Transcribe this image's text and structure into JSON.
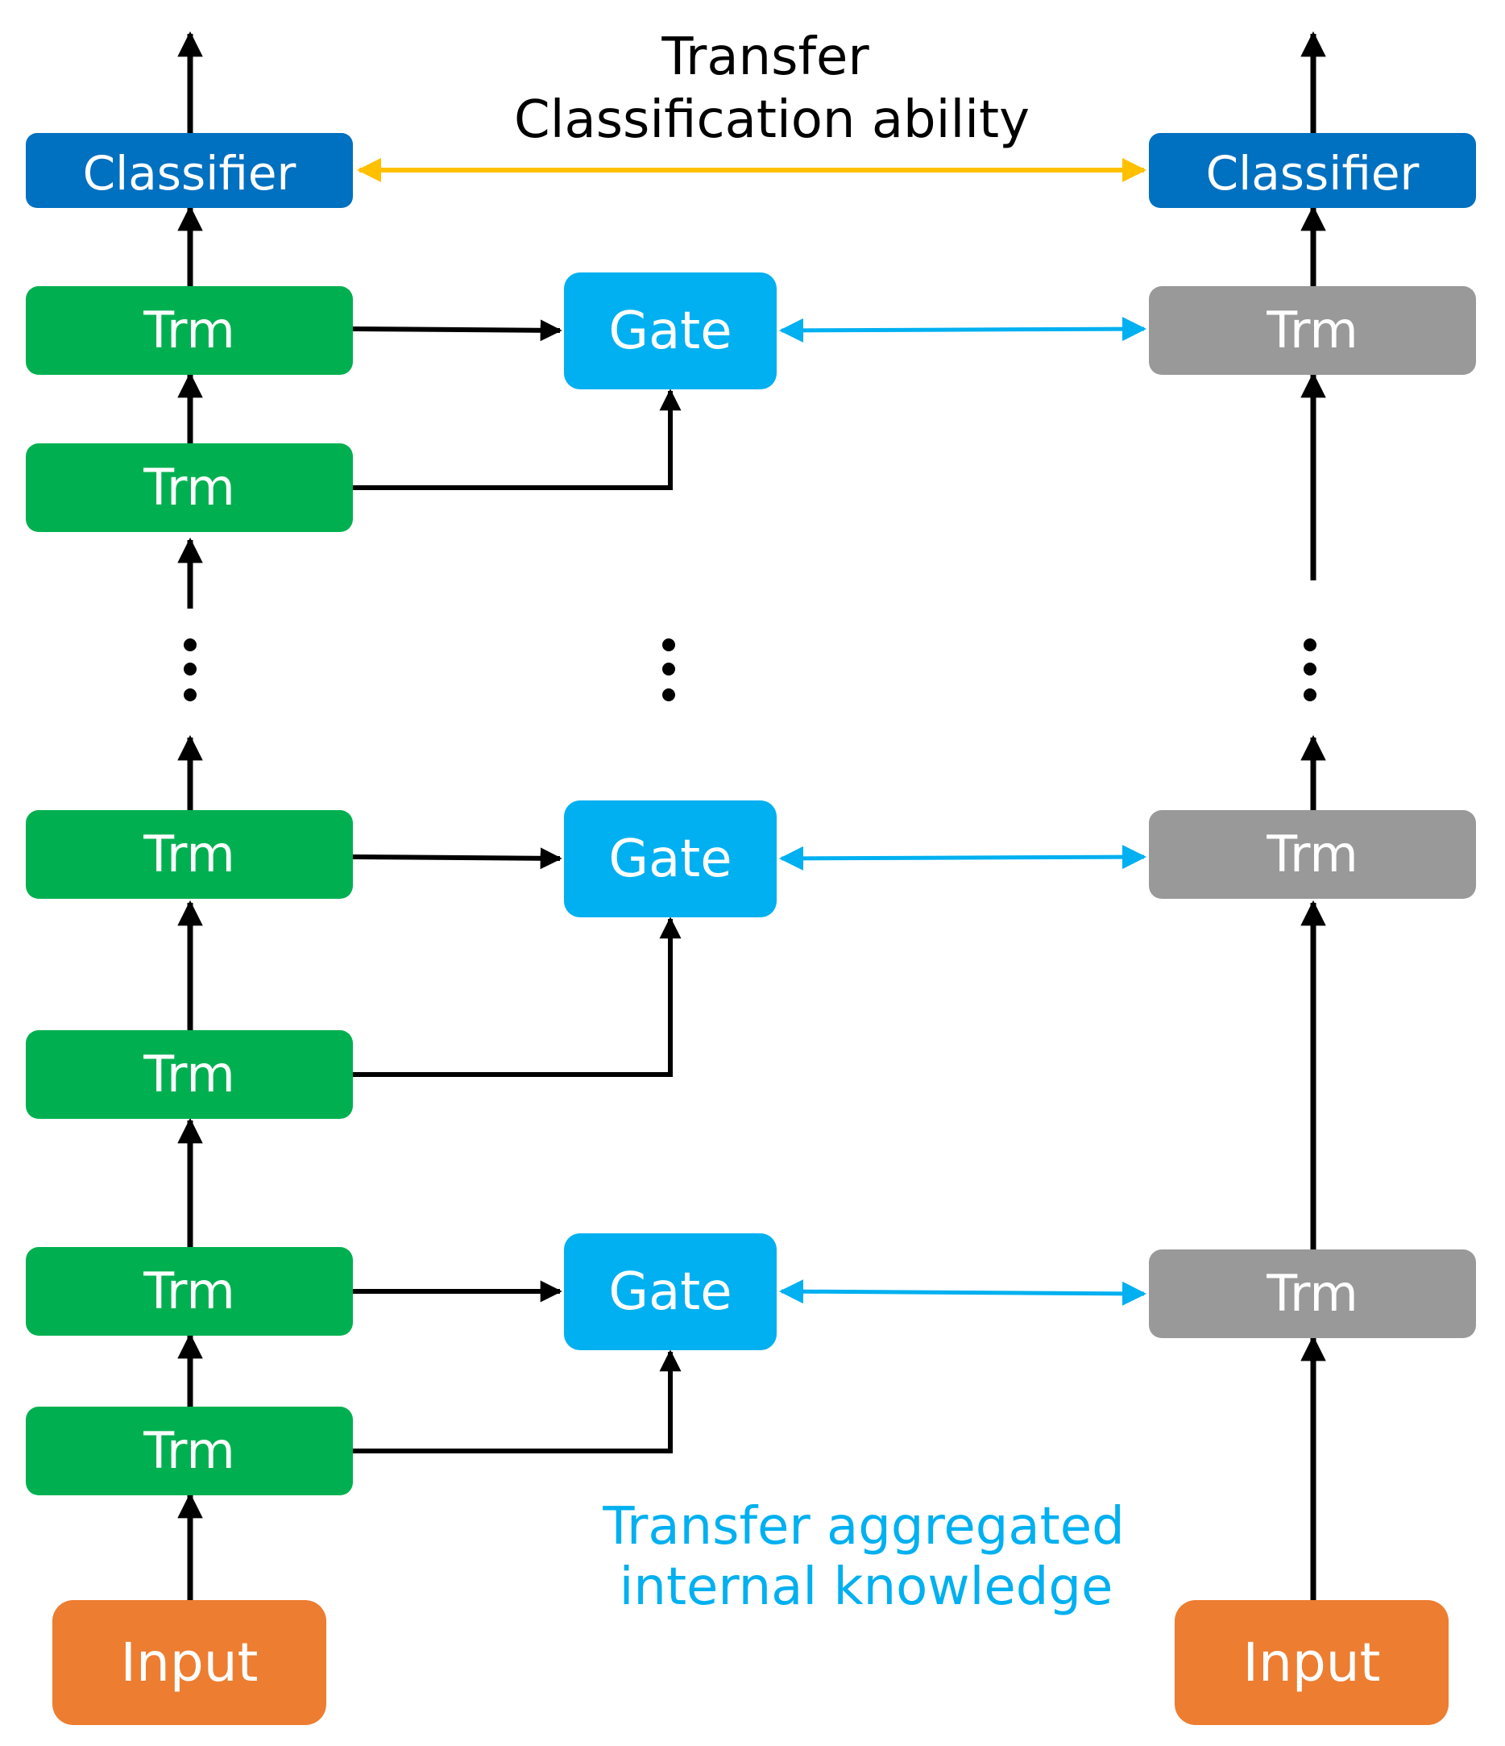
{
  "labels": {
    "transfer_top_line1": "Transfer",
    "transfer_top_line2": "Classification ability",
    "transfer_bottom_line1": "Transfer  aggregated",
    "transfer_bottom_line2": "internal knowledge"
  },
  "boxes": {
    "classifier": "Classifier",
    "trm": "Trm",
    "gate": "Gate",
    "input": "Input"
  },
  "colors": {
    "classifier": "#0070C0",
    "trm_left": "#00B050",
    "trm_right": "#999999",
    "gate": "#00B0F0",
    "input": "#ED7D31",
    "classification_transfer_arrow": "#FFC000",
    "knowledge_transfer_arrow": "#00B0F0",
    "arrow": "#000000"
  }
}
